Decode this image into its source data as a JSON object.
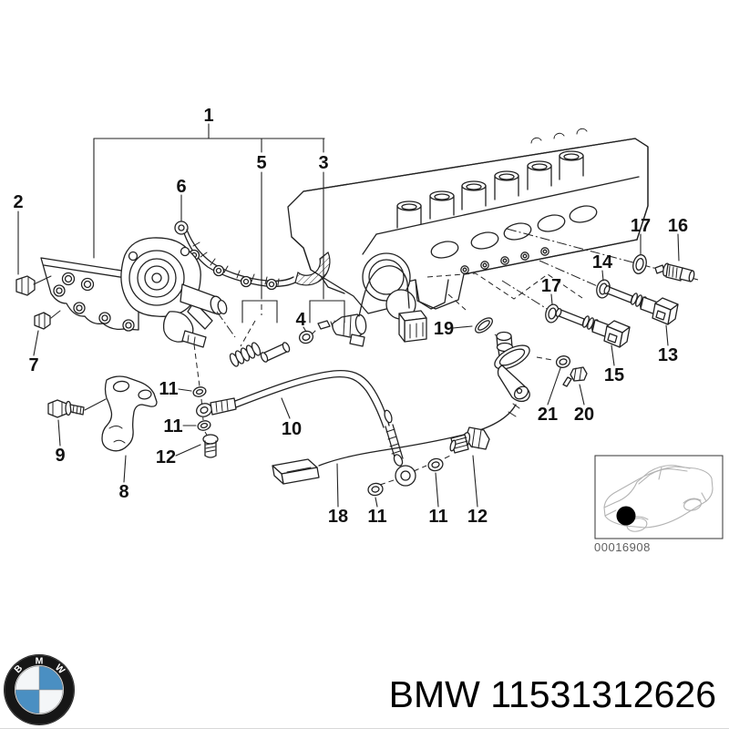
{
  "diagram": {
    "callouts": [
      {
        "label": "1"
      },
      {
        "label": "2"
      },
      {
        "label": "5"
      },
      {
        "label": "3"
      },
      {
        "label": "6"
      },
      {
        "label": "4"
      },
      {
        "label": "7"
      },
      {
        "label": "17"
      },
      {
        "label": "16"
      },
      {
        "label": "14"
      },
      {
        "label": "17"
      },
      {
        "label": "19"
      },
      {
        "label": "13"
      },
      {
        "label": "15"
      },
      {
        "label": "21"
      },
      {
        "label": "20"
      },
      {
        "label": "9"
      },
      {
        "label": "8"
      },
      {
        "label": "11"
      },
      {
        "label": "11"
      },
      {
        "label": "12"
      },
      {
        "label": "10"
      },
      {
        "label": "18"
      },
      {
        "label": "11"
      },
      {
        "label": "11"
      },
      {
        "label": "12"
      }
    ],
    "thumbnail": {
      "code": "00016908"
    }
  },
  "footer": {
    "text": "BMW 11531312626"
  },
  "logo": {
    "letters": [
      "B",
      "M",
      "W"
    ]
  },
  "colors": {
    "line": "#222222",
    "logo_blue": "#4a8fc2",
    "logo_black": "#161616",
    "thumbnail_line": "#b3b3b3",
    "thumbnail_id_text": "#5f5f5f"
  }
}
